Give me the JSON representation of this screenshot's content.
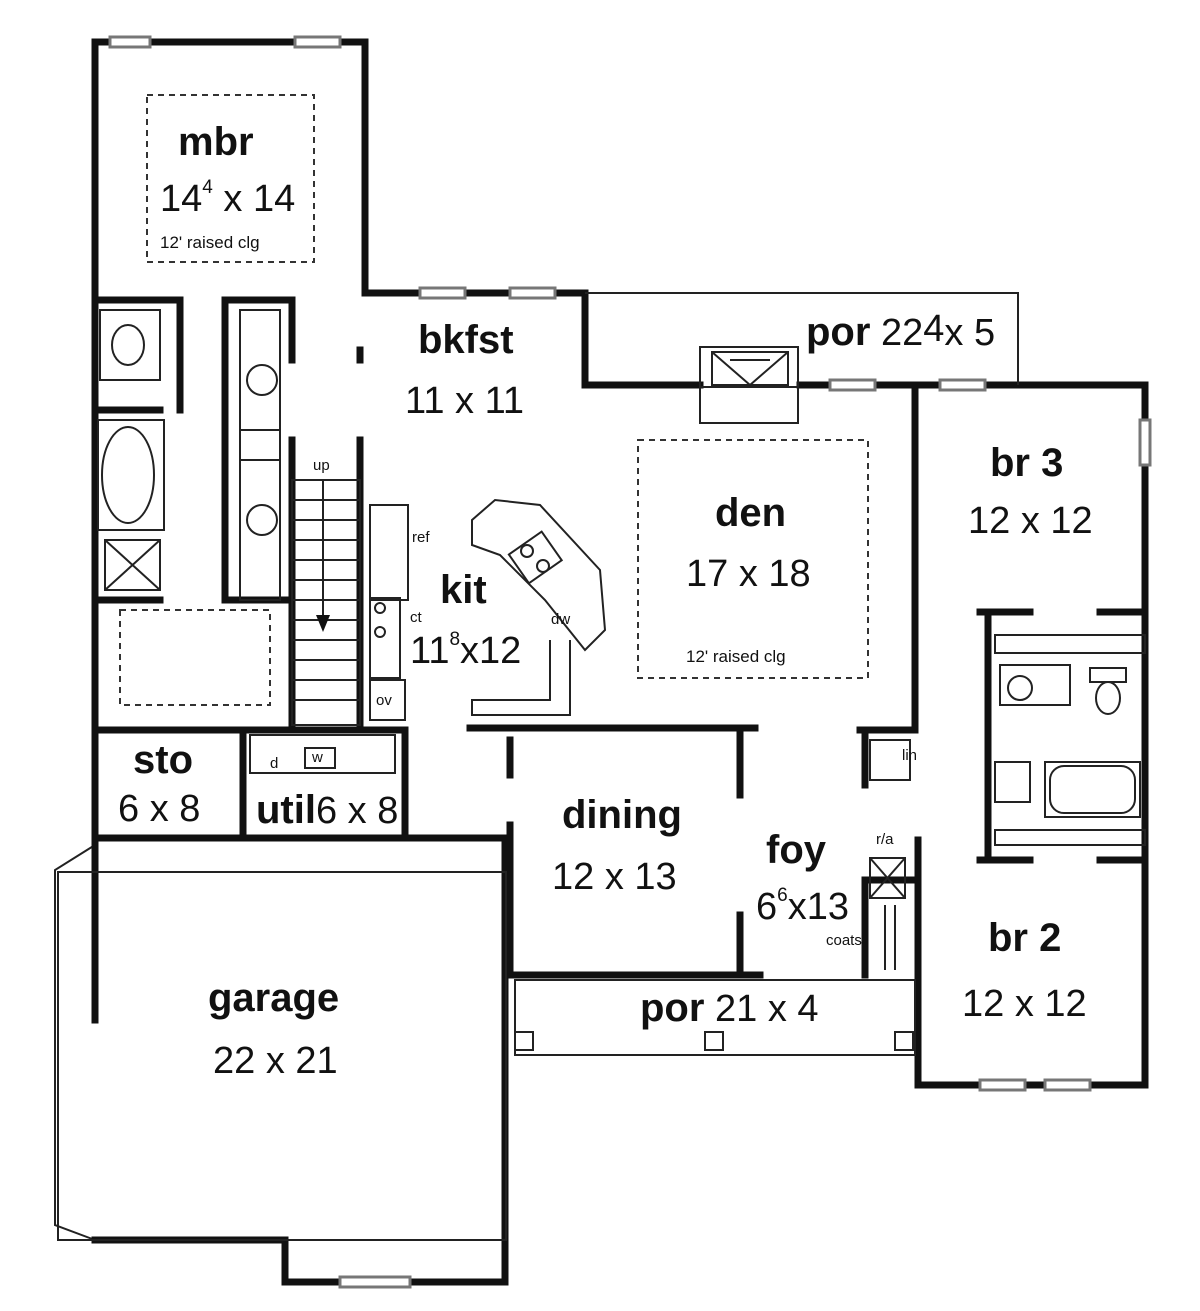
{
  "rooms": {
    "mbr": {
      "name": "mbr",
      "dim_a": "14",
      "dim_a_sup": "4",
      "dim_b": " x 14",
      "note": "12' raised clg"
    },
    "bkfst": {
      "name": "bkfst",
      "dim": "11 x 11"
    },
    "por_rear": {
      "name": "por",
      "dim_a": " 22",
      "dim_a_sup": "4",
      "dim_b": "x 5"
    },
    "den": {
      "name": "den",
      "dim": "17 x 18",
      "note": "12' raised clg"
    },
    "br3": {
      "name": "br 3",
      "dim": "12 x 12"
    },
    "kit": {
      "name": "kit",
      "dim_a": "11",
      "dim_a_sup": "8",
      "dim_b": "x12"
    },
    "sto": {
      "name": "sto",
      "dim": "6 x 8"
    },
    "util": {
      "name": "util",
      "dim": "6 x 8"
    },
    "dining": {
      "name": "dining",
      "dim": "12 x 13"
    },
    "foy": {
      "name": "foy",
      "dim_a": "6",
      "dim_a_sup": "6",
      "dim_b": "x13"
    },
    "br2": {
      "name": "br 2",
      "dim": "12 x 12"
    },
    "garage": {
      "name": "garage",
      "dim": "22 x 21"
    },
    "por_front": {
      "name": "por",
      "dim": " 21 x 4"
    }
  },
  "fixtures": {
    "up": "up",
    "ref": "ref",
    "ct": "ct",
    "dw": "dw",
    "ov": "ov",
    "lin": "lin",
    "ra": "r/a",
    "coats": "coats",
    "dryer": "d",
    "washer": "w"
  }
}
